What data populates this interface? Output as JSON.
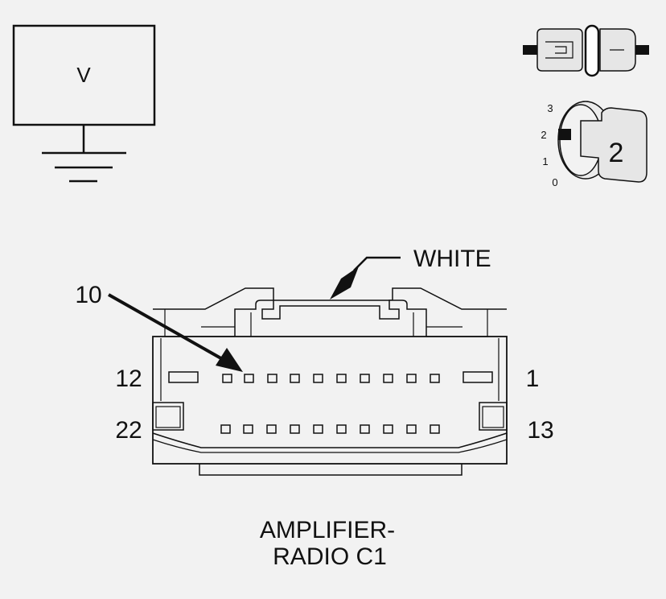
{
  "voltmeter": {
    "symbol": "V"
  },
  "ignition": {
    "positions": [
      "3",
      "2",
      "1",
      "0"
    ],
    "key_position": "2"
  },
  "connector": {
    "color_label": "WHITE",
    "pointed_pin": "10",
    "pin_labels": {
      "top_left": "12",
      "top_right": "1",
      "bottom_left": "22",
      "bottom_right": "13"
    },
    "name_line1": "AMPLIFIER-",
    "name_line2": "RADIO C1"
  }
}
